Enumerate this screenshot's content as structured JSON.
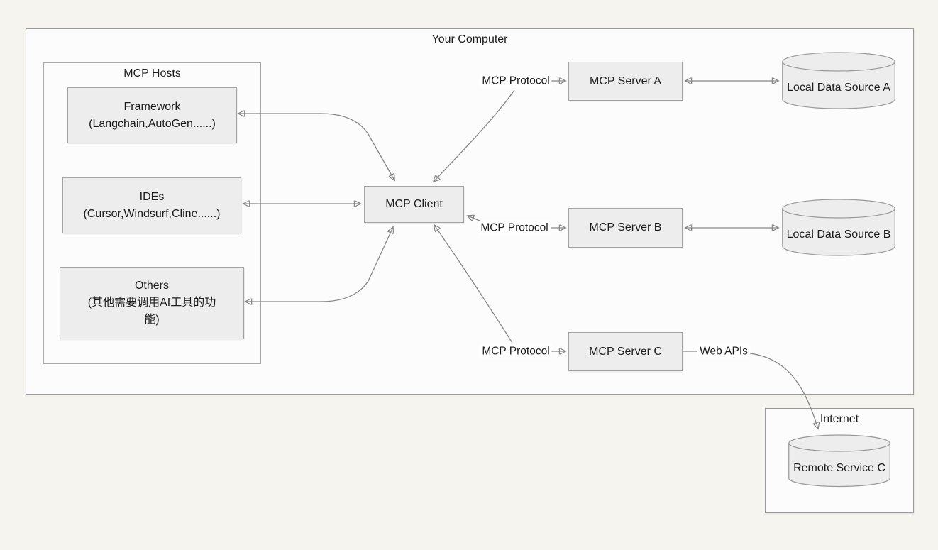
{
  "containers": {
    "your_computer_title": "Your Computer",
    "mcp_hosts_title": "MCP Hosts",
    "internet_title": "Internet"
  },
  "nodes": {
    "framework": {
      "title": "Framework",
      "subtitle": "(Langchain,AutoGen......)"
    },
    "ides": {
      "title": "IDEs",
      "subtitle": "(Cursor,Windsurf,Cline......)"
    },
    "others": {
      "title": "Others",
      "subtitle_line1": "(其他需要调用AI工具的功",
      "subtitle_line2": "能)"
    },
    "mcp_client": "MCP Client",
    "mcp_server_a": "MCP Server A",
    "mcp_server_b": "MCP Server B",
    "mcp_server_c": "MCP Server C",
    "local_data_source_a": "Local Data Source A",
    "local_data_source_b": "Local Data Source B",
    "remote_service_c": "Remote Service C"
  },
  "edge_labels": {
    "protocol_a": "MCP Protocol",
    "protocol_b": "MCP Protocol",
    "protocol_c": "MCP Protocol",
    "web_apis": "Web APIs"
  },
  "edges": [
    {
      "from": "MCP Client",
      "to": "Framework",
      "bidirectional": true
    },
    {
      "from": "MCP Client",
      "to": "IDEs",
      "bidirectional": true
    },
    {
      "from": "MCP Client",
      "to": "Others",
      "bidirectional": true
    },
    {
      "from": "MCP Client",
      "to": "MCP Server A",
      "label": "MCP Protocol",
      "bidirectional": true
    },
    {
      "from": "MCP Client",
      "to": "MCP Server B",
      "label": "MCP Protocol",
      "bidirectional": true
    },
    {
      "from": "MCP Client",
      "to": "MCP Server C",
      "label": "MCP Protocol",
      "bidirectional": true
    },
    {
      "from": "MCP Server A",
      "to": "Local Data Source A",
      "bidirectional": true
    },
    {
      "from": "MCP Server B",
      "to": "Local Data Source B",
      "bidirectional": true
    },
    {
      "from": "MCP Server C",
      "to": "Remote Service C",
      "label": "Web APIs",
      "bidirectional": false
    }
  ],
  "colors": {
    "page_bg": "#f5f4ef",
    "panel_bg": "#fcfcfc",
    "node_fill": "#ededed",
    "node_border": "#a3a3a3",
    "connector": "#868686",
    "arrowhead": "#595959",
    "text": "#1b1b1b"
  }
}
